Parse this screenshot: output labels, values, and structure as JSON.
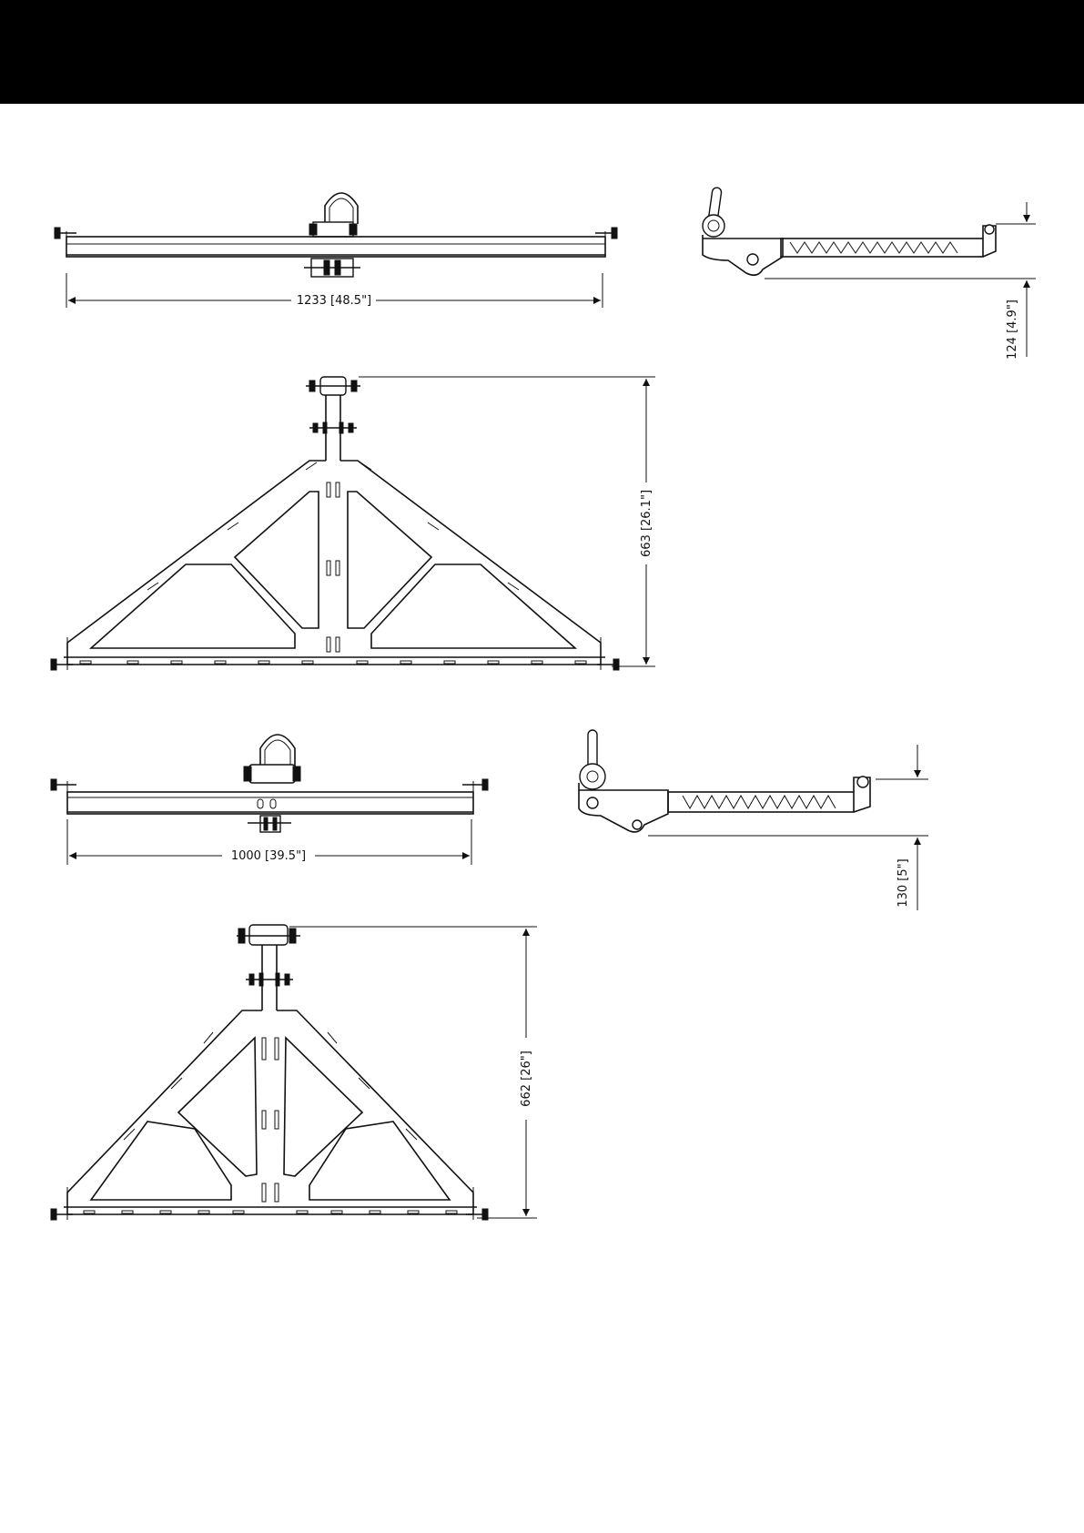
{
  "header": {
    "background": "#000000"
  },
  "views": {
    "large_front": {
      "dimension": "1233 [48.5\"]"
    },
    "large_side": {
      "dimension": "124 [4.9\"]"
    },
    "large_plan": {
      "dimension": "663 [26.1\"]"
    },
    "small_front": {
      "dimension": "1000 [39.5\"]"
    },
    "small_side": {
      "dimension": "130 [5\"]"
    },
    "small_plan": {
      "dimension": "662 [26\"]"
    }
  }
}
